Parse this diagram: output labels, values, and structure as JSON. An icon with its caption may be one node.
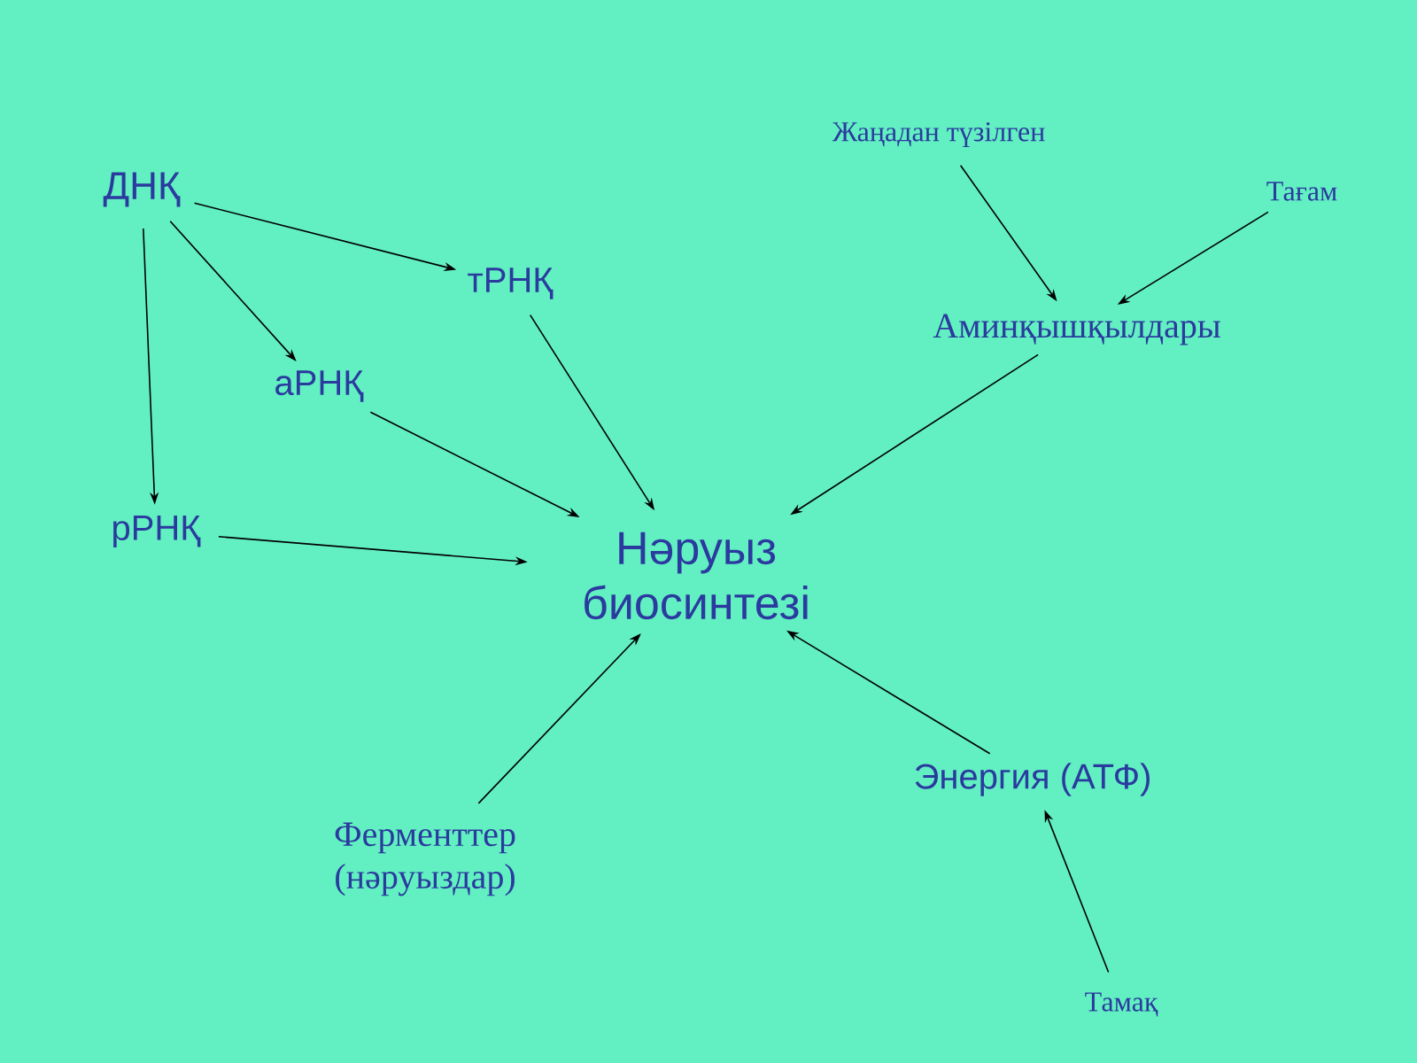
{
  "diagram": {
    "nodes": [
      {
        "text": [
          "ДНҚ"
        ]
      },
      {
        "text": [
          "тРНҚ"
        ]
      },
      {
        "text": [
          "аРНҚ"
        ]
      },
      {
        "text": [
          "рРНҚ"
        ]
      },
      {
        "text": [
          "Нәруыз биосинтезі"
        ]
      },
      {
        "text": [
          "Жаңадан түзілген"
        ]
      },
      {
        "text": [
          "Тағам"
        ]
      },
      {
        "text": [
          "Аминқышқылдары"
        ]
      },
      {
        "text": [
          "Ферменттер (нәруыздар)"
        ]
      },
      {
        "text": [
          "Энергия (АТФ)"
        ]
      },
      {
        "text": [
          "Тамақ"
        ]
      }
    ],
    "edges": [
      {
        "from": 0,
        "to": 1,
        "arrow": "to"
      },
      {
        "from": 0,
        "to": 2,
        "arrow": "to"
      },
      {
        "from": 0,
        "to": 3,
        "arrow": "to"
      },
      {
        "from": 1,
        "to": 4,
        "arrow": "to"
      },
      {
        "from": 2,
        "to": 4,
        "arrow": "to"
      },
      {
        "from": 3,
        "to": 4,
        "arrow": "to"
      },
      {
        "from": 5,
        "to": 7,
        "arrow": "to"
      },
      {
        "from": 6,
        "to": 7,
        "arrow": "to"
      },
      {
        "from": 7,
        "to": 4,
        "arrow": "to"
      },
      {
        "from": 8,
        "to": 4,
        "arrow": "to"
      },
      {
        "from": 9,
        "to": 4,
        "arrow": "to"
      },
      {
        "from": 10,
        "to": 9,
        "arrow": "to"
      }
    ]
  }
}
